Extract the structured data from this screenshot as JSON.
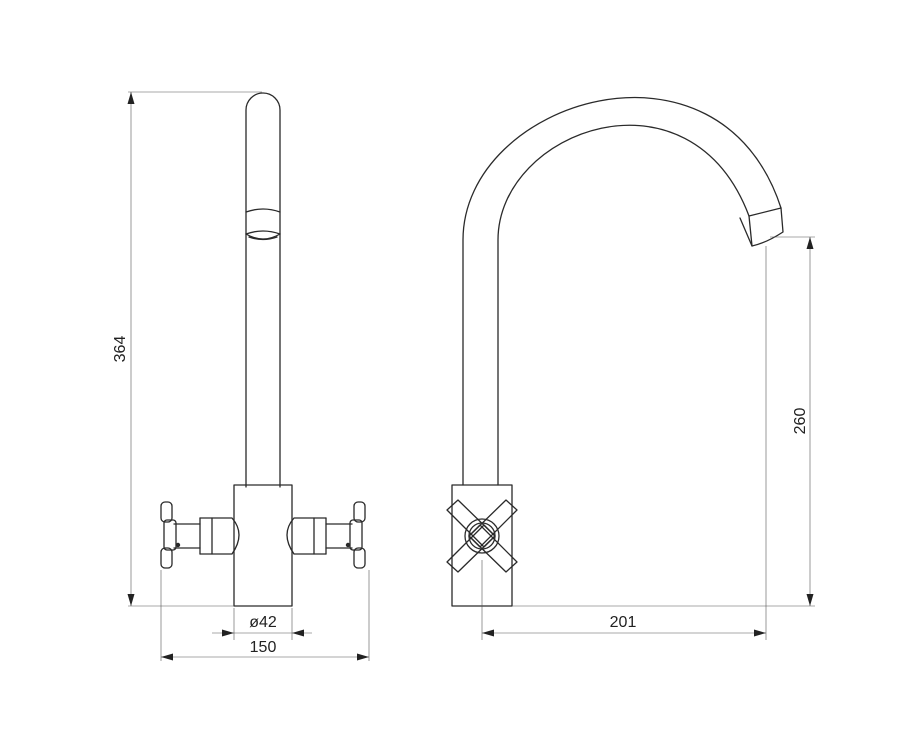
{
  "drawing": {
    "colors": {
      "line": "#2a2a2a",
      "dimension": "#555555",
      "text": "#222222",
      "background": "#ffffff"
    },
    "front_view": {
      "dimensions": {
        "overall_height": "364",
        "base_diameter": "ø42",
        "overall_width": "150"
      }
    },
    "side_view": {
      "dimensions": {
        "spout_height": "260",
        "spout_reach": "201"
      }
    }
  }
}
